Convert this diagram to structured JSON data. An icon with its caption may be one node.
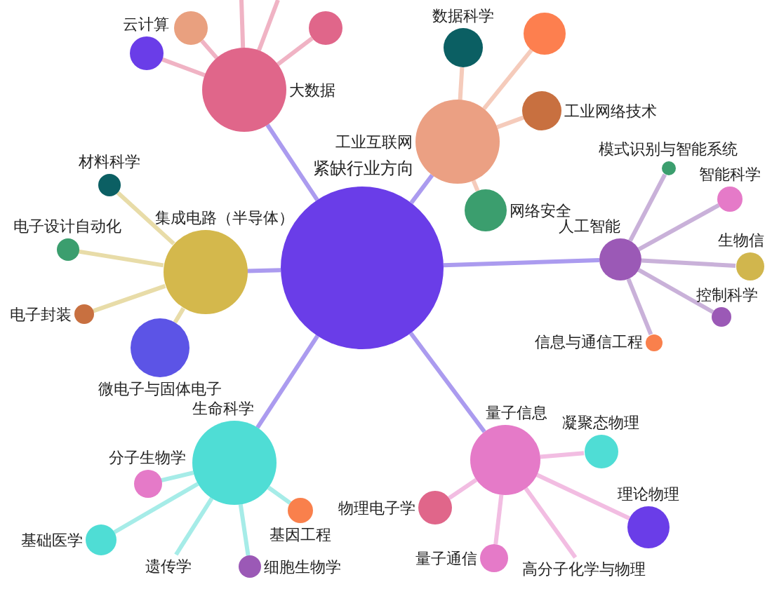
{
  "diagram": {
    "nodes": [
      {
        "text": [
          "紧缺行业方向"
        ]
      },
      {
        "text": [
          "大数据"
        ]
      },
      {
        "text": [
          "云计算"
        ]
      },
      {
        "text": [],
        "shape": "circle"
      },
      {
        "text": [],
        "shape": "circle"
      },
      {
        "text": [
          "工业互联网"
        ]
      },
      {
        "text": [
          "数据科学"
        ]
      },
      {
        "text": [],
        "shape": "circle"
      },
      {
        "text": [
          "工业网络技术"
        ]
      },
      {
        "text": [
          "网络安全"
        ]
      },
      {
        "text": [
          "人工智能"
        ]
      },
      {
        "text": [
          "模式识别与智能系统"
        ]
      },
      {
        "text": [
          "智能科学"
        ]
      },
      {
        "text": [
          "生物信"
        ]
      },
      {
        "text": [
          "控制科学"
        ]
      },
      {
        "text": [
          "信息与通信工程"
        ]
      },
      {
        "text": [
          "集成电路（半导体）"
        ]
      },
      {
        "text": [
          "材料科学"
        ]
      },
      {
        "text": [
          "电子设计自动化"
        ]
      },
      {
        "text": [
          "电子封装"
        ]
      },
      {
        "text": [
          "微电子与固体电子"
        ]
      },
      {
        "text": [
          "生命科学"
        ]
      },
      {
        "text": [
          "分子生物学"
        ]
      },
      {
        "text": [
          "基础医学"
        ]
      },
      {
        "text": [
          "基因工程"
        ]
      },
      {
        "text": [
          "遗传学"
        ]
      },
      {
        "text": [
          "细胞生物学"
        ]
      },
      {
        "text": [
          "量子信息"
        ]
      },
      {
        "text": [
          "凝聚态物理"
        ]
      },
      {
        "text": [
          "物理电子学"
        ]
      },
      {
        "text": [
          "理论物理"
        ]
      },
      {
        "text": [
          "量子通信"
        ]
      },
      {
        "text": [
          "高分子化学与物理"
        ]
      }
    ],
    "edges": [
      {
        "from": 0,
        "to": 1,
        "arrow": "none"
      },
      {
        "from": 0,
        "to": 5,
        "arrow": "none"
      },
      {
        "from": 0,
        "to": 10,
        "arrow": "none"
      },
      {
        "from": 0,
        "to": 16,
        "arrow": "none"
      },
      {
        "from": 0,
        "to": 21,
        "arrow": "none"
      },
      {
        "from": 0,
        "to": 27,
        "arrow": "none"
      },
      {
        "from": 1,
        "to": 2,
        "arrow": "none",
        "color": "#f0b3c4"
      },
      {
        "from": 1,
        "to": 3,
        "arrow": "none",
        "color": "#f0b3c4"
      },
      {
        "from": 1,
        "to": 4,
        "arrow": "none",
        "color": "#f0b3c4"
      },
      {
        "from": 1,
        "to": null,
        "arrow": "none",
        "color": "#f0b3c4"
      },
      {
        "from": 1,
        "to": null,
        "arrow": "none",
        "color": "#f0b3c4"
      },
      {
        "from": 5,
        "to": 6,
        "arrow": "none",
        "color": "#f5cbbb"
      },
      {
        "from": 5,
        "to": 7,
        "arrow": "none",
        "color": "#f5cbbb"
      },
      {
        "from": 5,
        "to": 8,
        "arrow": "none",
        "color": "#f5cbbb"
      },
      {
        "from": 5,
        "to": 9,
        "arrow": "none",
        "color": "#f5cbbb"
      },
      {
        "from": 10,
        "to": 11,
        "arrow": "none",
        "color": "#c9b1d9"
      },
      {
        "from": 10,
        "to": 12,
        "arrow": "none",
        "color": "#c9b1d9"
      },
      {
        "from": 10,
        "to": 13,
        "arrow": "none",
        "color": "#c9b1d9"
      },
      {
        "from": 10,
        "to": 14,
        "arrow": "none",
        "color": "#c9b1d9"
      },
      {
        "from": 10,
        "to": 15,
        "arrow": "none",
        "color": "#c9b1d9"
      },
      {
        "from": 16,
        "to": 17,
        "arrow": "none",
        "color": "#e8dca8"
      },
      {
        "from": 16,
        "to": 18,
        "arrow": "none",
        "color": "#e8dca8"
      },
      {
        "from": 16,
        "to": 19,
        "arrow": "none",
        "color": "#e8dca8"
      },
      {
        "from": 16,
        "to": 20,
        "arrow": "none",
        "color": "#e8dca8"
      },
      {
        "from": 21,
        "to": 22,
        "arrow": "none",
        "color": "#a6ece8"
      },
      {
        "from": 21,
        "to": 23,
        "arrow": "none",
        "color": "#a6ece8"
      },
      {
        "from": 21,
        "to": 24,
        "arrow": "none",
        "color": "#a6ece8"
      },
      {
        "from": 21,
        "to": 25,
        "arrow": "none",
        "color": "#a6ece8"
      },
      {
        "from": 21,
        "to": 26,
        "arrow": "none",
        "color": "#a6ece8"
      },
      {
        "from": 27,
        "to": 28,
        "arrow": "none",
        "color": "#f2bde2"
      },
      {
        "from": 27,
        "to": 29,
        "arrow": "none",
        "color": "#f2bde2"
      },
      {
        "from": 27,
        "to": 30,
        "arrow": "none",
        "color": "#f2bde2"
      },
      {
        "from": 27,
        "to": 31,
        "arrow": "none",
        "color": "#f2bde2"
      },
      {
        "from": 27,
        "to": 32,
        "arrow": "none",
        "color": "#f2bde2"
      }
    ]
  }
}
